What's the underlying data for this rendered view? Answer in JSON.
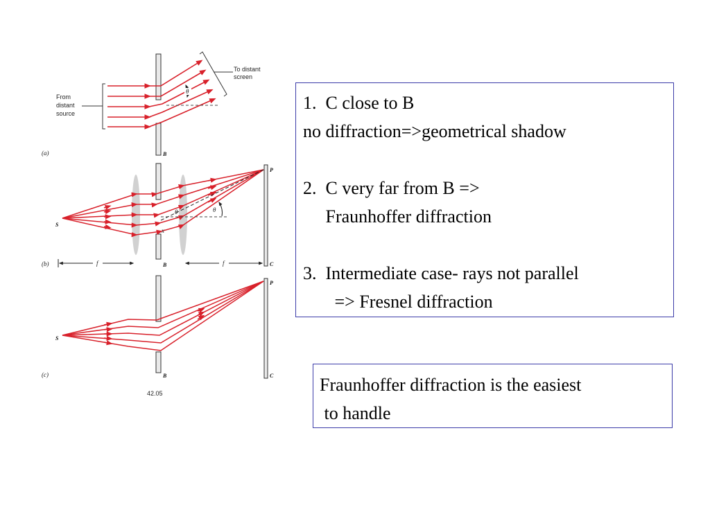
{
  "colors": {
    "ray": "#d8202a",
    "box_border": "#3a3aa8",
    "lens": "#c9c9c9",
    "barrier": "#e9e9e9"
  },
  "figure": {
    "label_to_distant_screen": [
      "To distant",
      "screen"
    ],
    "label_from_distant_source": [
      "From",
      "distant",
      "source"
    ],
    "panel_a": "(a)",
    "panel_b": "(b)",
    "panel_c": "(c)",
    "source_label": "S",
    "barrier_label": "B",
    "screen_label": "C",
    "point_label": "P",
    "theta": "θ",
    "focal_label": "f",
    "x_label": "x",
    "figure_number": "42.05"
  },
  "box1": {
    "lines": [
      "1.  C close to B",
      "no diffraction=>geometrical shadow",
      "",
      "2.  C very far from B =>",
      "     Fraunhoffer diffraction",
      "",
      "3.  Intermediate case- rays not parallel",
      "       => Fresnel diffraction"
    ]
  },
  "box2": {
    "lines": [
      "Fraunhoffer diffraction is the easiest",
      " to handle"
    ]
  }
}
